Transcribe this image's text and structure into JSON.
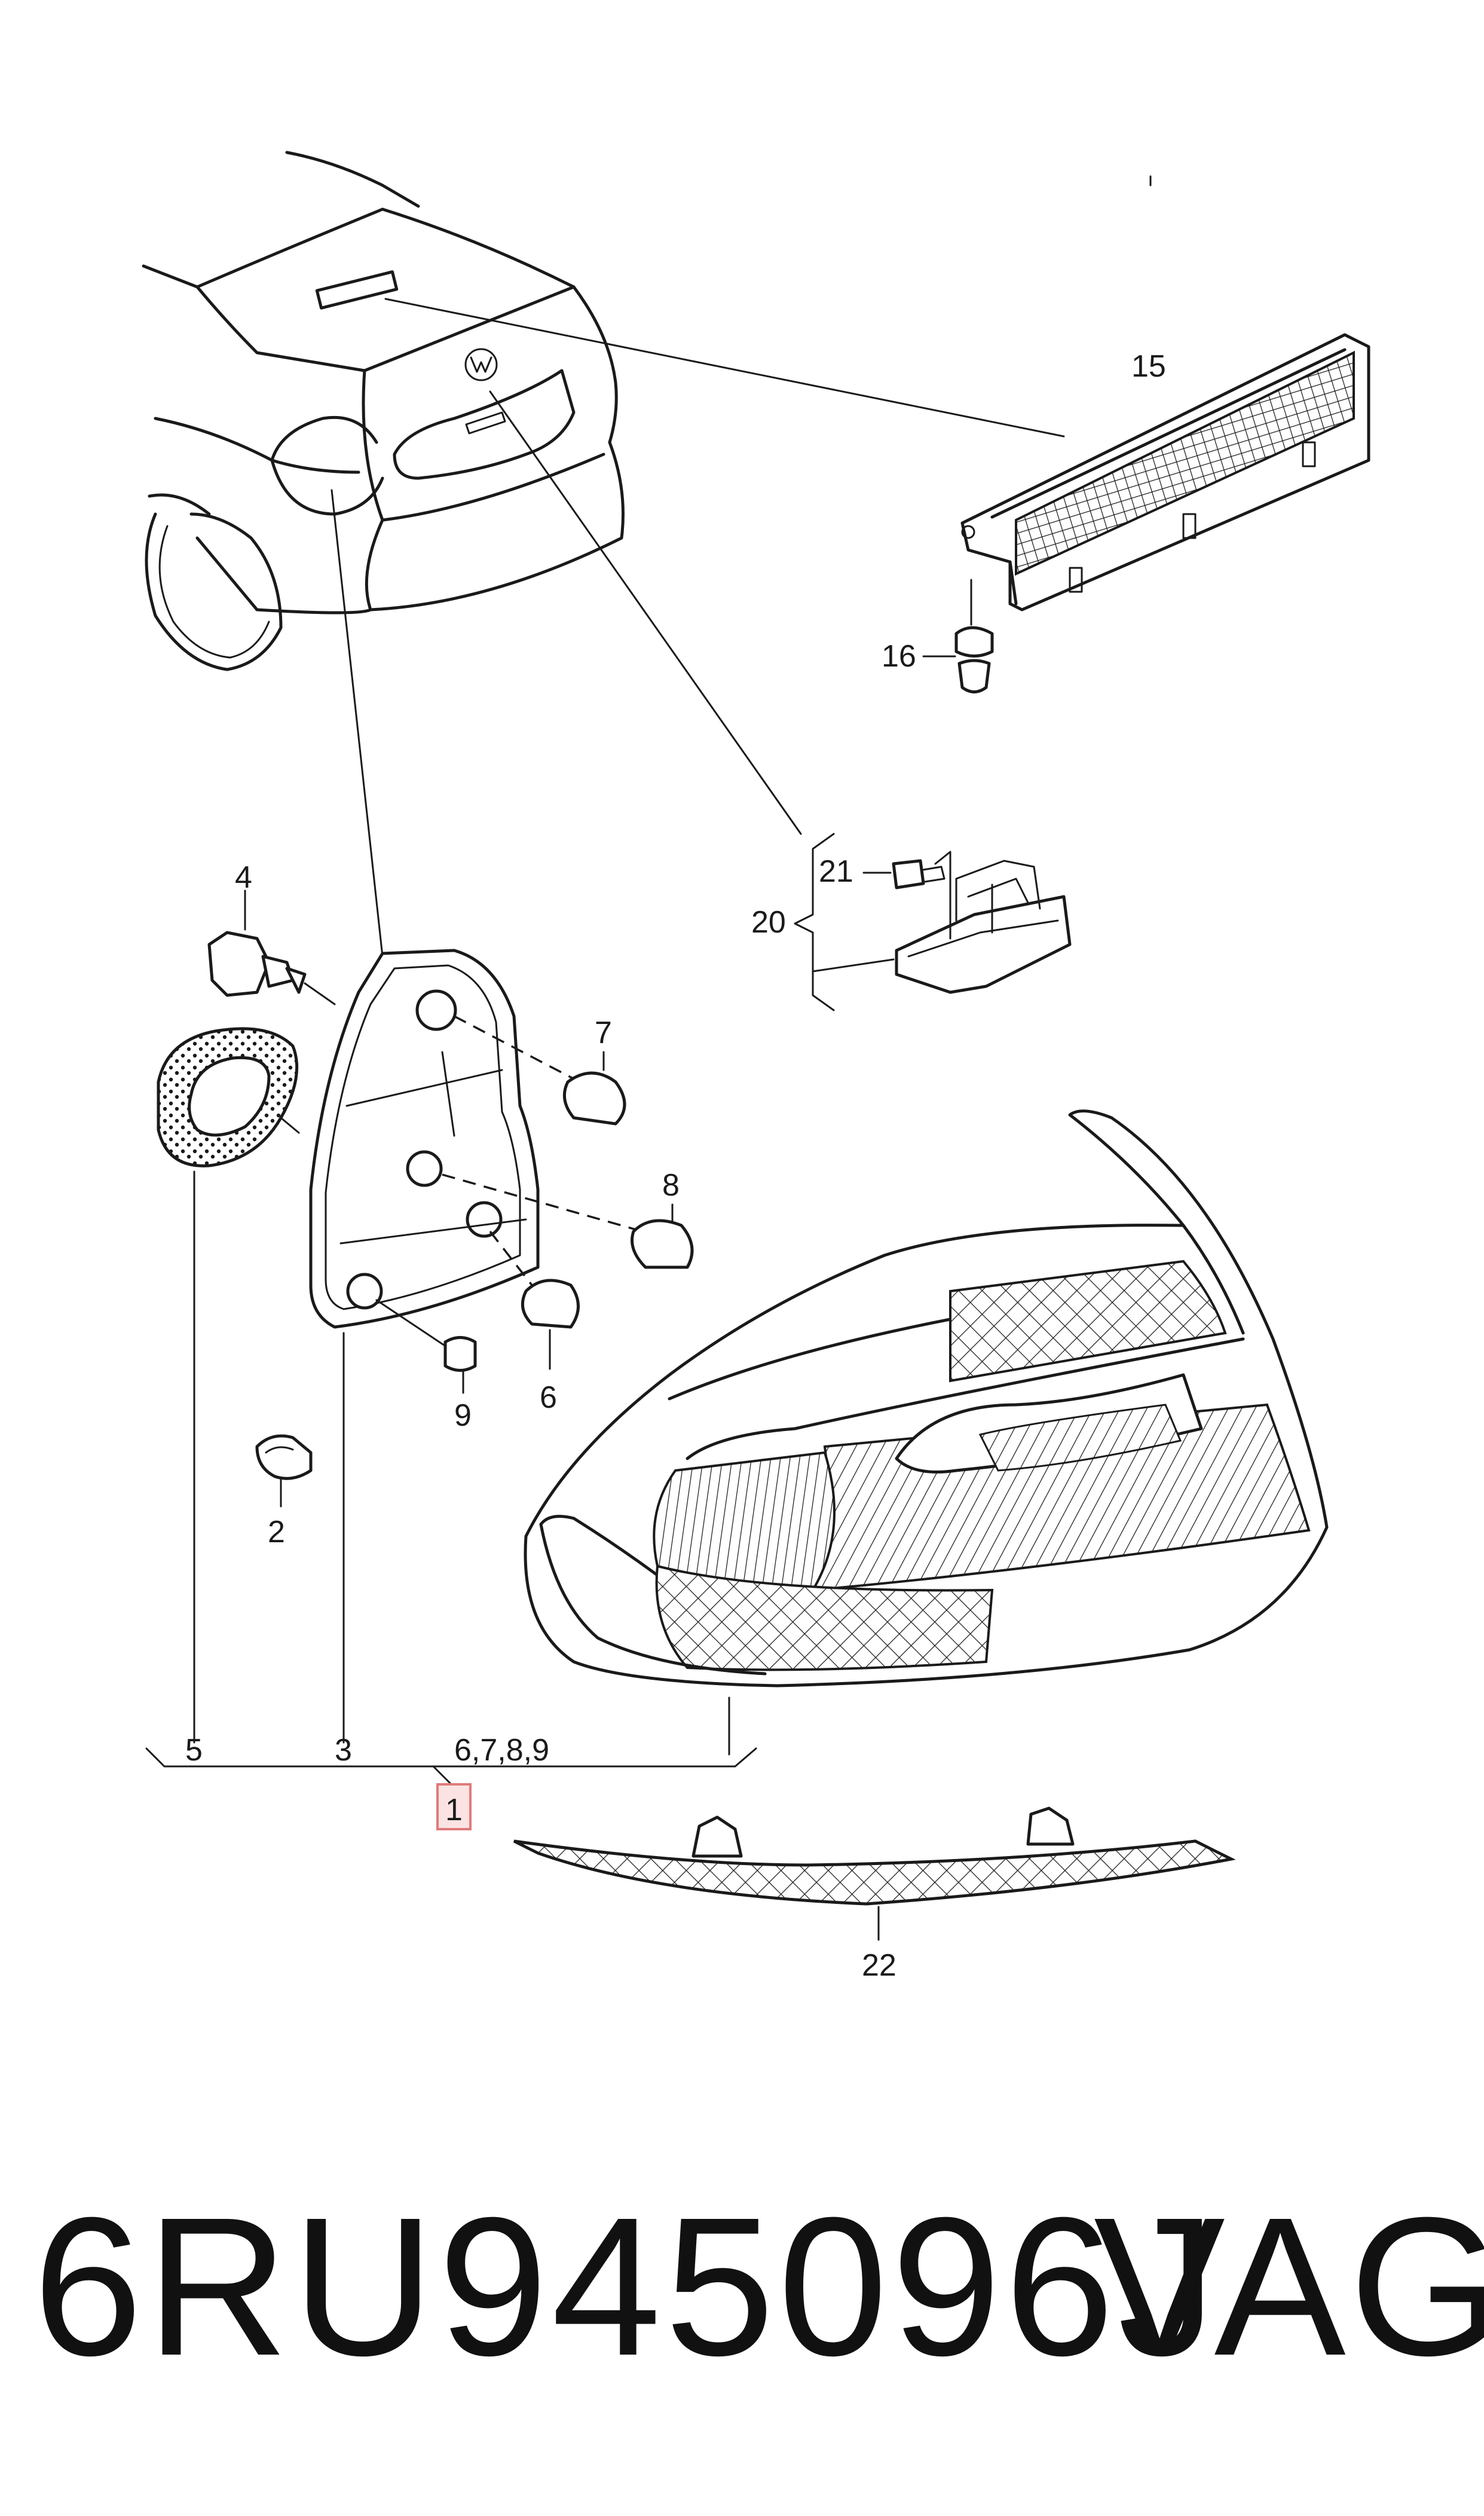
{
  "callouts": {
    "c1": "1",
    "c2": "2",
    "c3": "3",
    "c4": "4",
    "c5": "5",
    "c6": "6",
    "c6789": "6,7,8,9",
    "c7": "7",
    "c8": "8",
    "c9": "9",
    "c15": "15",
    "c16": "16",
    "c20": "20",
    "c21": "21",
    "c22": "22"
  },
  "footer": {
    "part_number": "6RU945096J",
    "brand": "VAG"
  },
  "colors": {
    "line": "#1a1a1a",
    "highlight_border": "#e07a7a",
    "highlight_fill": "#fbe3e3"
  },
  "icons": [
    "vw-logo-icon"
  ]
}
